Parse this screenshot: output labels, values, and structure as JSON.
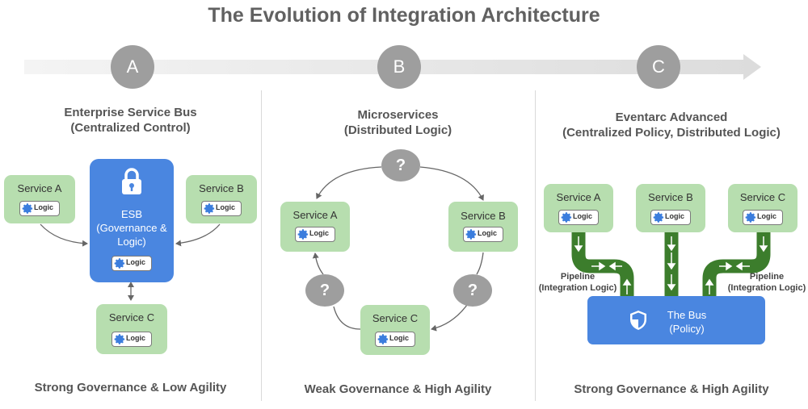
{
  "title": "The Evolution of Integration Architecture",
  "steps": [
    "A",
    "B",
    "C"
  ],
  "sections": [
    {
      "heading_line1": "Enterprise Service Bus",
      "heading_line2": "(Centralized Control)",
      "footer": "Strong Governance & Low Agility",
      "esb_line1": "ESB",
      "esb_line2": "(Governance &",
      "esb_line3": "Logic)",
      "services": [
        "Service A",
        "Service B",
        "Service C"
      ]
    },
    {
      "heading_line1": "Microservices",
      "heading_line2": "(Distributed Logic)",
      "footer": "Weak Governance & High Agility",
      "unknown_mark": "?",
      "services": [
        "Service A",
        "Service B",
        "Service C"
      ]
    },
    {
      "heading_line1": "Eventarc Advanced",
      "heading_line2": "(Centralized Policy, Distributed Logic)",
      "footer": "Strong Governance & High Agility",
      "services": [
        "Service A",
        "Service B",
        "Service C"
      ],
      "pipeline_line1": "Pipeline",
      "pipeline_line2": "(Integration Logic)",
      "bus_line1": "The Bus",
      "bus_line2": "(Policy)"
    }
  ],
  "logic_label": "Logic",
  "icons": {
    "gear": "gear-icon",
    "lock": "lock-icon",
    "shield": "shield-icon"
  },
  "colors": {
    "service_green": "#b7deaf",
    "bus_blue": "#4a86e0",
    "pipe_green": "#3c7d2c",
    "step_gray": "#9e9e9e"
  }
}
